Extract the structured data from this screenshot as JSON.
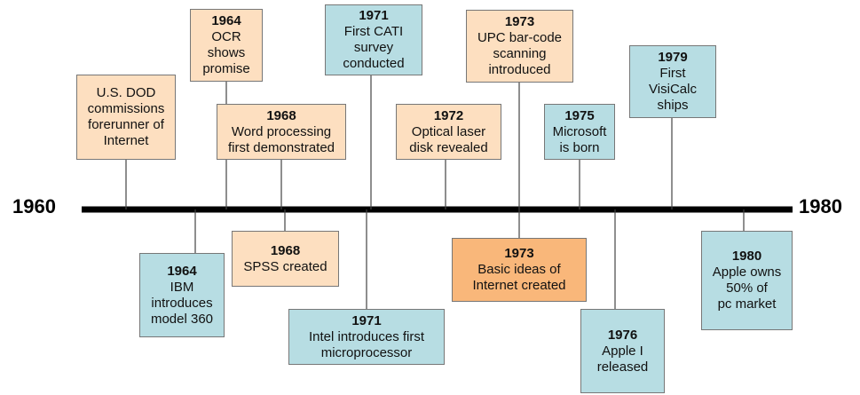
{
  "timeline": {
    "start_label": "1960",
    "end_label": "1980",
    "colors": {
      "axis": "#000000",
      "connector": "#444444",
      "peach": "#FDDFC0",
      "blue": "#B7DDE3",
      "orange": "#F9B77A",
      "border": "#777777"
    },
    "events": [
      {
        "year": "",
        "text": "U.S. DOD\ncommissions\nforerunner  of\nInternet",
        "color": "peach"
      },
      {
        "year": "1964",
        "text": "OCR\nshows\npromise",
        "color": "peach"
      },
      {
        "year": "1964",
        "text": "IBM\nintroduces\nmodel 360",
        "color": "blue"
      },
      {
        "year": "1968",
        "text": "Word processing\nfirst demonstrated",
        "color": "peach"
      },
      {
        "year": "1968",
        "text": "SPSS created",
        "color": "peach"
      },
      {
        "year": "1971",
        "text": "First CATI\nsurvey\nconducted",
        "color": "blue"
      },
      {
        "year": "1971",
        "text": "Intel  introduces first\nmicroprocessor",
        "color": "blue"
      },
      {
        "year": "1972",
        "text": "Optical laser\ndisk revealed",
        "color": "peach"
      },
      {
        "year": "1973",
        "text": "UPC bar-code\nscanning\nintroduced",
        "color": "peach"
      },
      {
        "year": "1973",
        "text": "Basic ideas of\nInternet  created",
        "color": "orange"
      },
      {
        "year": "1975",
        "text": "Microsoft\nis born",
        "color": "blue"
      },
      {
        "year": "1976",
        "text": "Apple I\nreleased",
        "color": "blue"
      },
      {
        "year": "1979",
        "text": "First\nVisiCalc\nships",
        "color": "blue"
      },
      {
        "year": "1980",
        "text": "Apple owns\n50% of\npc market",
        "color": "blue"
      }
    ]
  }
}
